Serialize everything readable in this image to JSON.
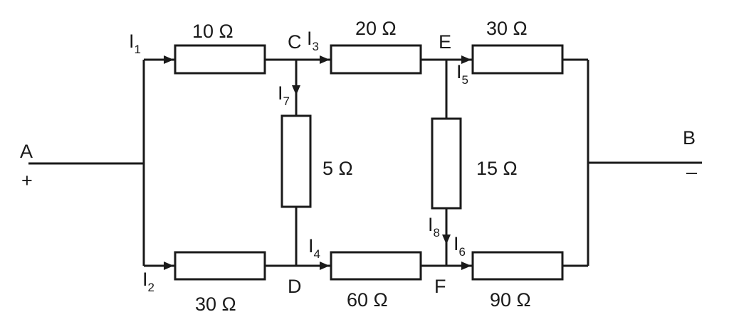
{
  "terminals": {
    "a": "A",
    "b": "B",
    "a_polarity": "+",
    "b_polarity": "–"
  },
  "nodes": {
    "c": "C",
    "d": "D",
    "e": "E",
    "f": "F"
  },
  "resistors": {
    "r_top_left": "10 Ω",
    "r_top_mid": "20 Ω",
    "r_top_right": "30 Ω",
    "r_vert_cd": "5 Ω",
    "r_vert_ef": "15 Ω",
    "r_bot_left": "30 Ω",
    "r_bot_mid": "60 Ω",
    "r_bot_right": "90 Ω"
  },
  "currents": {
    "i1": {
      "base": "I",
      "sub": "1"
    },
    "i2": {
      "base": "I",
      "sub": "2"
    },
    "i3": {
      "base": "I",
      "sub": "3"
    },
    "i4": {
      "base": "I",
      "sub": "4"
    },
    "i5": {
      "base": "I",
      "sub": "5"
    },
    "i6": {
      "base": "I",
      "sub": "6"
    },
    "i7": {
      "base": "I",
      "sub": "7"
    },
    "i8": {
      "base": "I",
      "sub": "8"
    }
  }
}
